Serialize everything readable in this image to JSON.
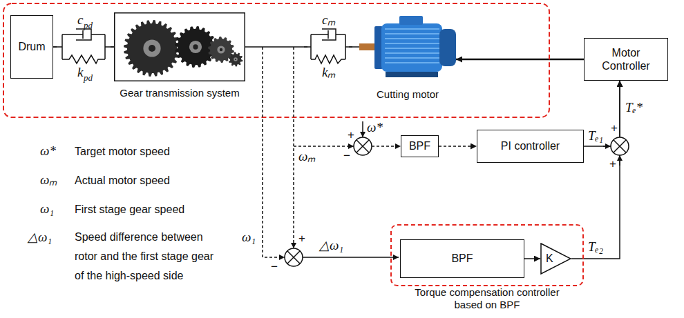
{
  "diagram": {
    "nodes": [
      {
        "text": [
          "Drum"
        ]
      },
      {
        "text": [
          "Gear transmission system"
        ]
      },
      {
        "text": [
          "Cutting motor"
        ]
      },
      {
        "text": [
          "Motor Controller"
        ]
      },
      {
        "text": [
          "BPF"
        ]
      },
      {
        "text": [
          "PI controller"
        ]
      },
      {
        "text": [
          "Torque compensation controller based on BPF"
        ]
      },
      {
        "text": [
          "BPF"
        ],
        "in": 6
      },
      {
        "text": [
          "K"
        ],
        "in": 6
      }
    ],
    "edges": [
      {
        "from": 0,
        "to": 1,
        "arrow": "none"
      },
      {
        "from": 1,
        "to": 2,
        "arrow": "none"
      },
      {
        "from": 3,
        "to": 2,
        "arrow": "to"
      },
      {
        "from": 4,
        "to": 5,
        "arrow": "to"
      },
      {
        "from": 5,
        "to": 3,
        "label": "Tₑ₁",
        "arrow": "to"
      },
      {
        "from": 7,
        "to": 8,
        "arrow": "to"
      },
      {
        "from": 8,
        "to": 3,
        "label": "Tₑ₂",
        "arrow": "to"
      }
    ],
    "labels": [
      "c",
      "pd",
      "k",
      "pd",
      "cₘ",
      "kₘ",
      "ω*",
      "Target motor speed",
      "ωₘ",
      "Actual motor speed",
      "ω₁",
      "First stage gear speed",
      "△ω₁",
      "Speed difference between rotor and the first stage gear of the high-speed side",
      "ω*",
      "+",
      "−",
      "ωₘ",
      "+",
      "+",
      "Tₑ*",
      "+",
      "−",
      "ω₁",
      "△ω₁"
    ]
  }
}
